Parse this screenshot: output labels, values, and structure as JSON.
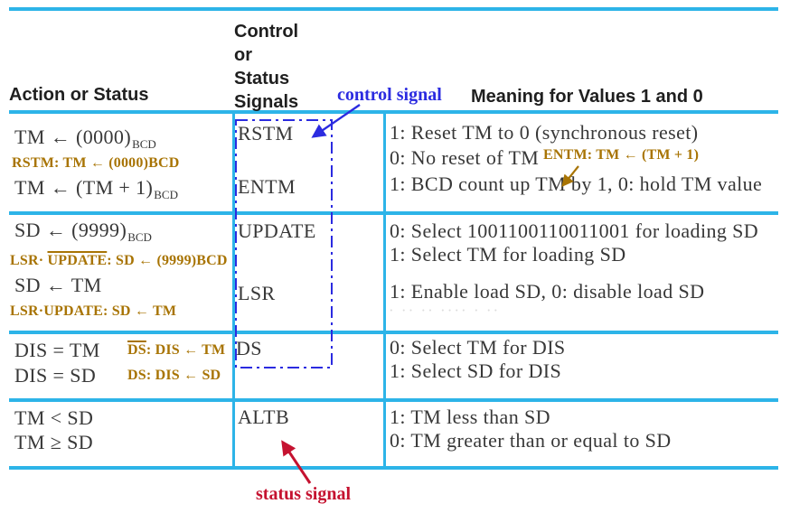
{
  "colors": {
    "table_rule_cyan": "#2db4e8",
    "control_blue": "#2b2be0",
    "annotation_brown": "#a87404",
    "status_red": "#c51230",
    "body_text": "#383838"
  },
  "header": {
    "col_action": "Action or Status",
    "col_signals_lines": [
      "Control",
      "or",
      "Status",
      "Signals"
    ],
    "col_meaning": "Meaning for Values 1 and 0",
    "control_signal_label": "control signal",
    "status_signal_label": "status signal"
  },
  "rows": [
    {
      "actions": {
        "line1_main": "TM ← (0000)",
        "line1_sub": "BCD",
        "ann1": "RSTM: TM ← (0000)BCD",
        "line2_main": "TM ← (TM + 1)",
        "line2_sub": "BCD"
      },
      "signals": [
        "RSTM",
        "ENTM"
      ],
      "meanings": [
        "1: Reset TM to 0 (synchronous reset)",
        "0: No reset of TM",
        "1: BCD count up TM by 1, 0: hold TM value"
      ],
      "annotation": "ENTM: TM ← (TM + 1)"
    },
    {
      "actions": {
        "line1_main": "SD ← (9999)",
        "line1_sub": "BCD",
        "ann1_pre": "LSR· ",
        "ann1_over": "UPDATE",
        "ann1_post": ": SD ← (9999)BCD",
        "line2_main": "SD ← TM",
        "ann2": "LSR·UPDATE: SD ← TM"
      },
      "signals": [
        "UPDATE",
        "LSR"
      ],
      "meanings": [
        "0: Select 1001100110011001 for loading SD",
        "1: Select TM for loading SD",
        "1: Enable load SD, 0: disable load SD"
      ],
      "erased_text_marks": "· ·· ·· ···· · ··"
    },
    {
      "actions": {
        "line1_main": "DIS = TM",
        "ann1_over": "DS",
        "ann1_post": ": DIS ← TM",
        "line2_main": "DIS  =  SD",
        "ann2": "DS: DIS ← SD"
      },
      "signals": [
        "DS"
      ],
      "meanings": [
        "0: Select TM for DIS",
        "1: Select SD for DIS"
      ]
    },
    {
      "actions": {
        "line1_main": "TM < SD",
        "line2_main": "TM ≥ SD"
      },
      "signals": [
        "ALTB"
      ],
      "meanings": [
        "1: TM less than SD",
        "0: TM greater than or equal to SD"
      ]
    }
  ]
}
